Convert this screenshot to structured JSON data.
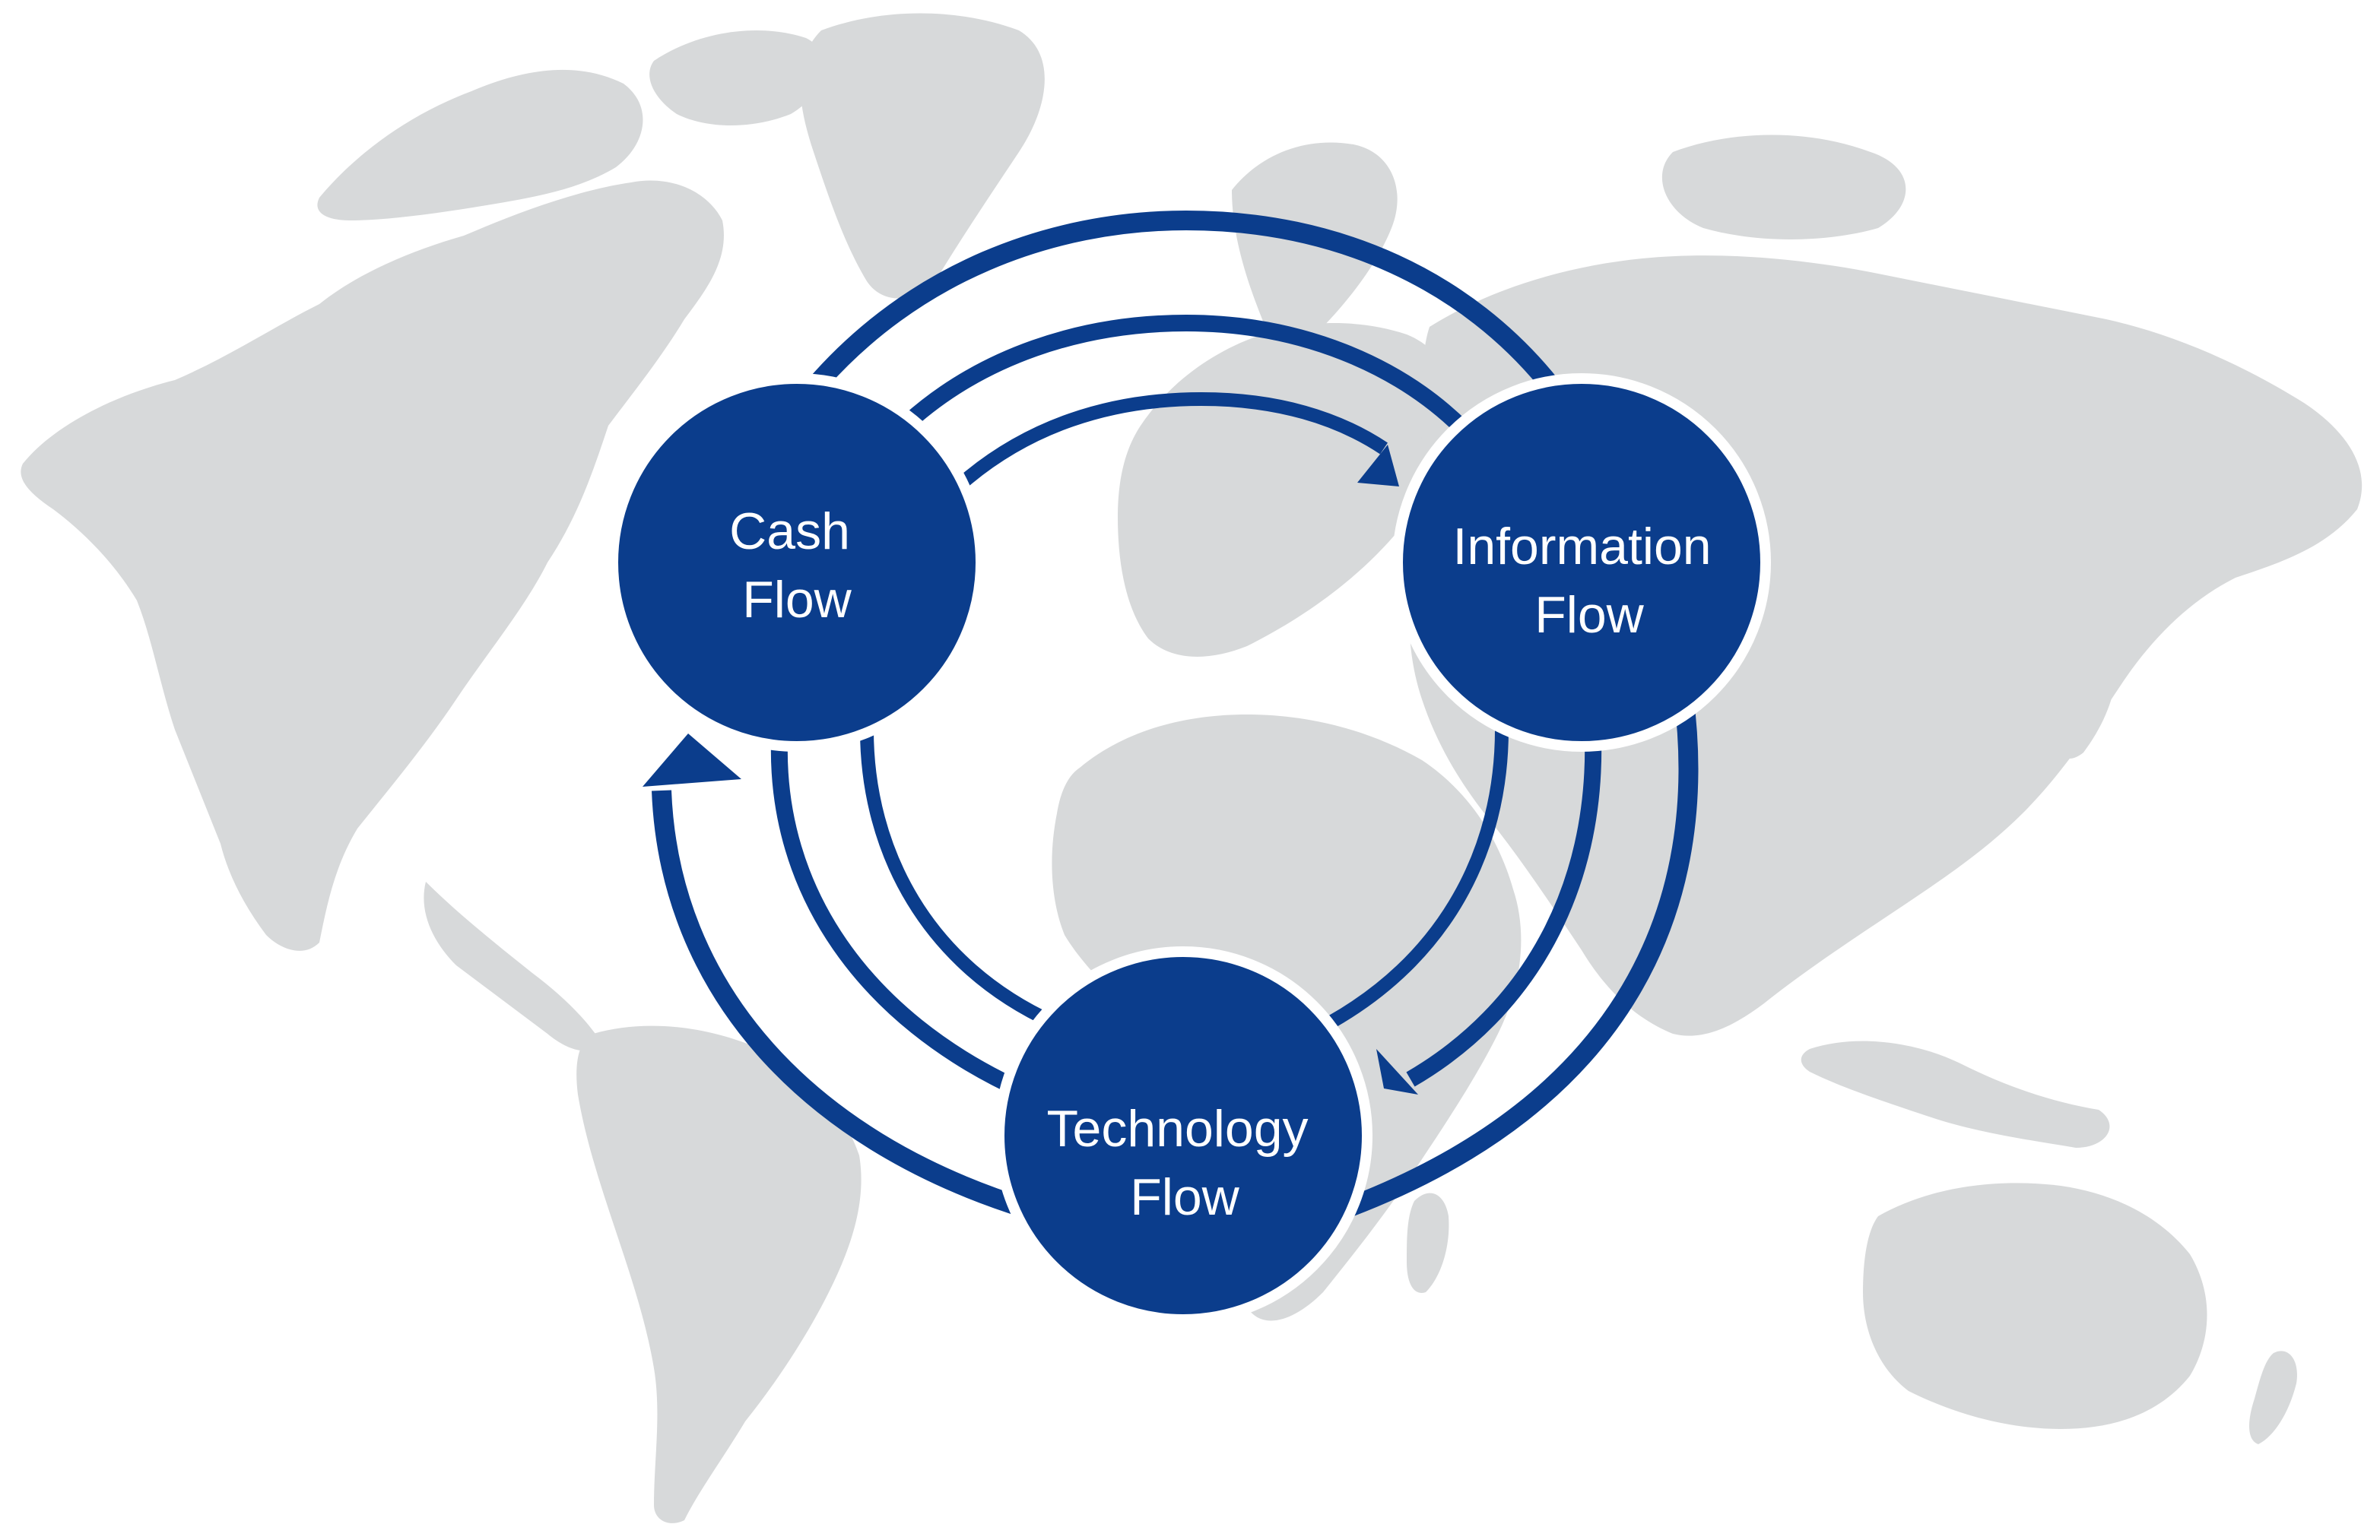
{
  "nodes": [
    {
      "id": "cash",
      "lines": [
        "Cash",
        "Flow"
      ]
    },
    {
      "id": "information",
      "lines": [
        "Information",
        "Flow"
      ]
    },
    {
      "id": "technology",
      "lines": [
        "Technology",
        "Flow"
      ]
    }
  ],
  "colors": {
    "node_fill": "#0b3d8c",
    "arrow": "#0b3d8c",
    "map_land": "#d7d9da",
    "background": "#ffffff"
  },
  "background": "world-map"
}
